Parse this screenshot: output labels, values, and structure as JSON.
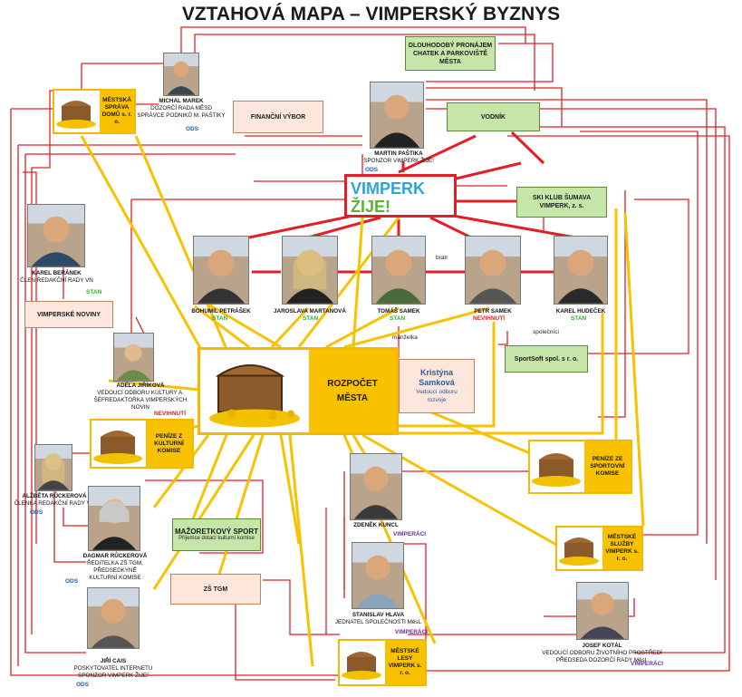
{
  "title": "VZTAHOVÁ MAPA – VIMPERSKÝ BYZNYS",
  "logo": {
    "top": "VIMPERK",
    "bottom": "ŽIJE!"
  },
  "budget": {
    "label_1": "ROZPOČET",
    "label_2": "MĚSTA"
  },
  "people": {
    "michal_marek": {
      "name": "MICHAL MAREK",
      "role_1": "DOZORČÍ RADA MĚSD",
      "role_2": "SPRÁVCE PODNIKŮ M. PAŠTIKY",
      "tag": "ODS"
    },
    "martin_pastika": {
      "name": "MARTIN PAŠTIKA",
      "role_1": "SPONZOR VIMPERK ŽIJE!",
      "tag": "ODS"
    },
    "karel_beranek": {
      "name": "KAREL BERÁNEK",
      "role_1": "ČLEN REDAKČNÍ RADY VN",
      "tag": "STAN"
    },
    "bohumil_petrasek": {
      "name": "BOHUMIL PETRÁŠEK",
      "tag": "STAN"
    },
    "jaroslava_martanova": {
      "name": "JAROSLAVA MARTANOVÁ",
      "tag": "STAN"
    },
    "tomas_samek": {
      "name": "TOMÁŠ SAMEK",
      "tag": "STAN"
    },
    "petr_samek": {
      "name": "PETR SAMEK",
      "tag": "NEVIHNUTÍ"
    },
    "karel_hudecek": {
      "name": "KAREL HUDEČEK",
      "tag": "STAN"
    },
    "adela_jirikova": {
      "name": "ADÉLA JIŘÍKOVÁ",
      "role_1": "VEDOUCÍ ODBORU KULTURY A.",
      "role_2": "ŠÉFREDAKTORKA VIMPERSKÝCH",
      "role_3": "NOVIN",
      "tag": "NEVIHNUTÍ"
    },
    "alzbeta_ruckerova": {
      "name": "ALŽBĚTA RŮCKEROVÁ",
      "role_1": "ČLENKA REDAKČNÍ RADY VN",
      "tag": "ODS"
    },
    "dagmar_ruckerova": {
      "name": "DAGMAR RŮCKEROVÁ",
      "role_1": "ŘEDITELKA ZŠ TGM, PŘEDSEDKYNĚ",
      "role_2": "KULTURNÍ KOMISE",
      "tag": "ODS"
    },
    "jiri_cais": {
      "name": "JIŘÍ CAIS",
      "role_1": "POSKYTOVATEL INTERNETU",
      "role_2": "SPONZOR VIMPERK ŽIJE!",
      "tag": "ODS"
    },
    "zdenek_kuncl": {
      "name": "ZDENĚK KUNCL",
      "tag": "VIMPERÁCI"
    },
    "stanislav_hlava": {
      "name": "STANISLAV HLAVA",
      "role_1": "JEDNATEL SPOLEČNOSTI MěsL",
      "tag": "VIMPERÁCI"
    },
    "josef_kotal": {
      "name": "JOSEF KOTÁL",
      "role_1": "VEDOUCÍ ODBORU ŽIVOTNÍHO PROSTŘEDÍ",
      "role_2": "PŘEDSEDA DOZORČÍ RADY MěsL",
      "tag": "VIMPERÁCI"
    }
  },
  "green_boxes": {
    "pronajem": "DLOUHODOBÝ PRONÁJEM CHATEK A PARKOVIŠTĚ MĚSTA",
    "vodnik": "VODNÍK",
    "ski_klub": "SKI KLUB ŠUMAVA VIMPERK, z. s.",
    "sportsoft": "SportSoft spol. s r. o.",
    "mazoretkovy_title": "MAŽORETKOVÝ SPORT",
    "mazoretkovy_sub": "Příjemce dotací kulturní komise"
  },
  "pink_boxes": {
    "financni_vybor": "FINANČNÍ VÝBOR",
    "vimperske_noviny": "VIMPERSKÉ NOVINY",
    "zs_tgm": "ZŠ TGM",
    "kristyna_name_1": "Kristýna",
    "kristyna_name_2": "Samková",
    "kristyna_role_1": "Vedoucí odboru",
    "kristyna_role_2": "rozvoje"
  },
  "treasure_boxes": {
    "mestska_sprava": "MĚSTSKÁ SPRÁVA DOMŮ s. r. o.",
    "kulturni_komise": "PENÍZE Z KULTURNÍ KOMISE",
    "sportovni_komise": "PENÍZE ZE SPORTOVNÍ KOMISE",
    "mestske_sluzby": "MĚSTSKÉ SLUŽBY VIMPERK s. r. o.",
    "mestske_lesy": "MĚSTSKÉ LESY VIMPERK s. r. o."
  },
  "relations": {
    "bratr": "bratr",
    "manzelka": "manželka",
    "spolecnici": "společníci"
  },
  "colors": {
    "red": "#e31e24",
    "yellow": "#f9c200",
    "green": "#2fb12f",
    "blue": "#1e5fb4",
    "purple": "#6b2fa0"
  }
}
